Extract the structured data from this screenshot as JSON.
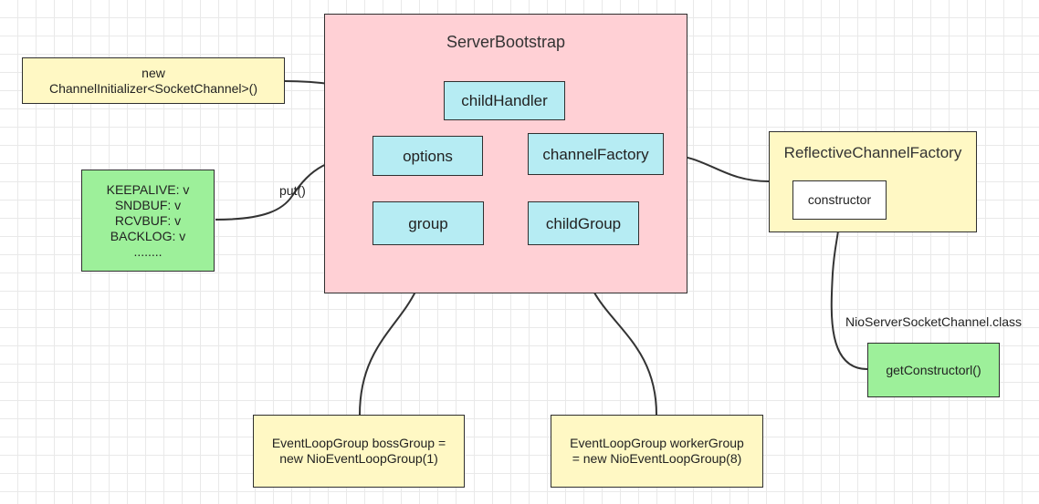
{
  "server_bootstrap": {
    "title": "ServerBootstrap",
    "child_handler": "childHandler",
    "options": "options",
    "channel_factory": "channelFactory",
    "group": "group",
    "child_group": "childGroup"
  },
  "channel_initializer": "new\nChannelInitializer<SocketChannel>()",
  "socket_options": "KEEPALIVE: v\nSNDBUF: v\nRCVBUF: v\nBACKLOG: v\n........",
  "put_label": "put()",
  "reflective_channel_factory": {
    "title": "ReflectiveChannelFactory",
    "constructor": "constructor"
  },
  "nio_class_label": "NioServerSocketChannel.class",
  "get_constructor": "getConstructorl()",
  "boss_group": "EventLoopGroup bossGroup =\nnew NioEventLoopGroup(1)",
  "worker_group": "EventLoopGroup workerGroup\n= new NioEventLoopGroup(8)"
}
